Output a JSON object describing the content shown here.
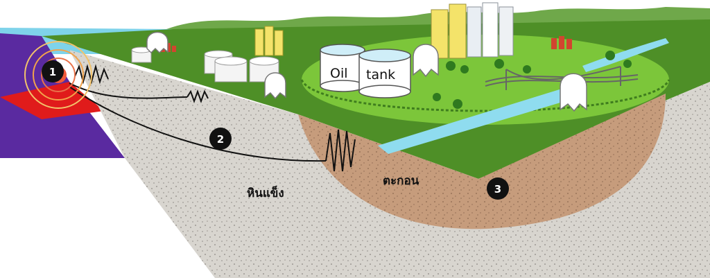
{
  "markers": [
    "1",
    "2",
    "3"
  ],
  "labels": {
    "oil_tank_word1": "Oil",
    "oil_tank_word2": "tank",
    "hard_rock": "หินแข็ง",
    "sediment": "ตะกอน"
  },
  "colors": {
    "sea": "#7fd3ea",
    "subducting_plate": "#5a2aa0",
    "plate_edge": "#e01b1b",
    "rock": "#d9d6d0",
    "sediment": "#c9a080",
    "grass": "#7cc63a",
    "dark_grass": "#3f7d1e",
    "badge": "#111111"
  },
  "icons": [
    "earthquake-epicenter-icon",
    "seismic-wave-icon",
    "ghost-mascot-icon",
    "building-icon",
    "storage-tank-icon",
    "bridge-icon",
    "river-icon"
  ]
}
